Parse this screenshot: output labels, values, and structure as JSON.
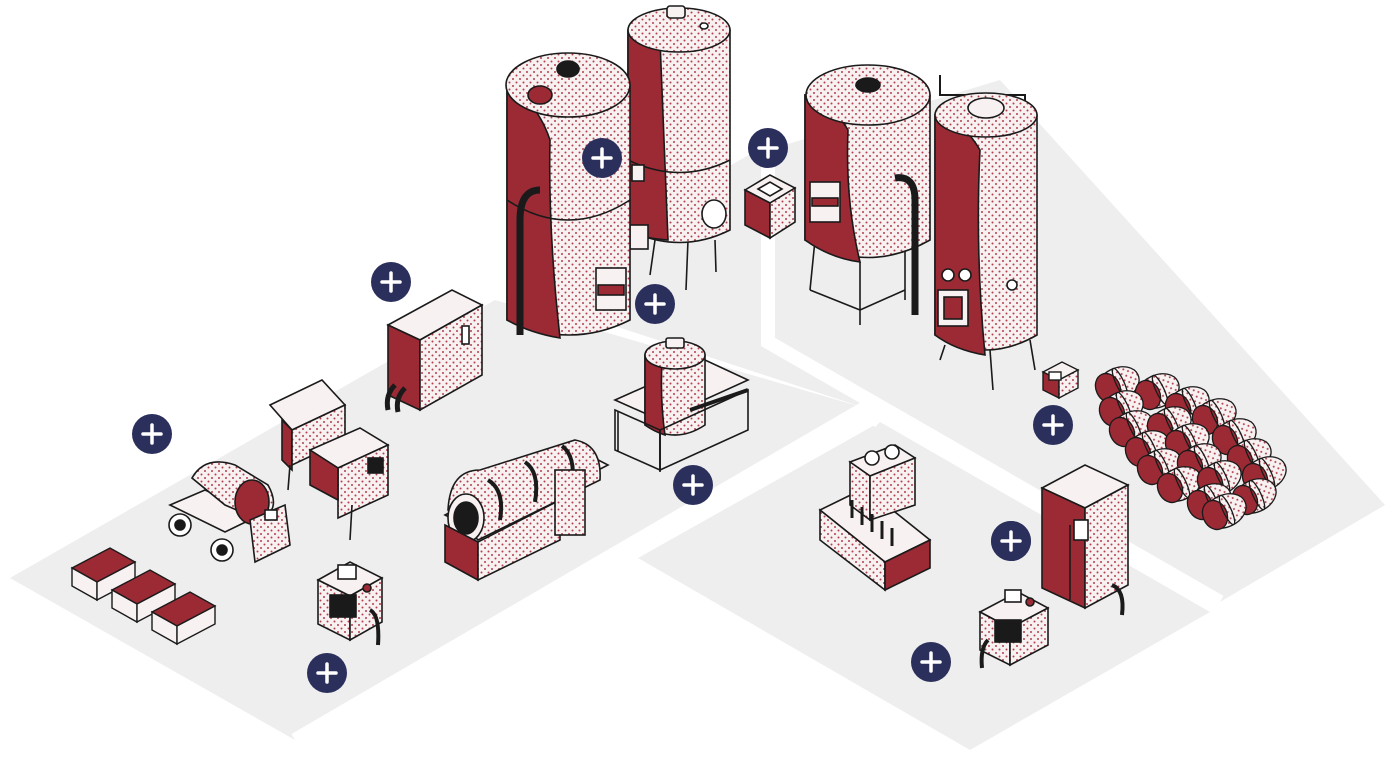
{
  "colors": {
    "floor": "#eeeeee",
    "wine": "#9b2a35",
    "wine_dark": "#7d1f29",
    "outline": "#1a1a1a",
    "hotspot": "#2b2f5c",
    "hotspot_plus": "#ffffff",
    "tank_light": "#f7eeee"
  },
  "hotspots": [
    {
      "id": "hotspot-fermentation-tank",
      "icon": "plus-icon"
    },
    {
      "id": "hotspot-chiller-box",
      "icon": "plus-icon"
    },
    {
      "id": "hotspot-tank-controls",
      "icon": "plus-icon"
    },
    {
      "id": "hotspot-control-cabinet",
      "icon": "plus-icon"
    },
    {
      "id": "hotspot-grape-crates",
      "icon": "plus-icon"
    },
    {
      "id": "hotspot-receiving-hopper",
      "icon": "plus-icon"
    },
    {
      "id": "hotspot-vertical-press",
      "icon": "plus-icon"
    },
    {
      "id": "hotspot-transfer-pump",
      "icon": "plus-icon"
    },
    {
      "id": "hotspot-barrel-monitor",
      "icon": "plus-icon"
    },
    {
      "id": "hotspot-bottling-cabinet",
      "icon": "plus-icon"
    },
    {
      "id": "hotspot-filler-pump",
      "icon": "plus-icon"
    }
  ]
}
